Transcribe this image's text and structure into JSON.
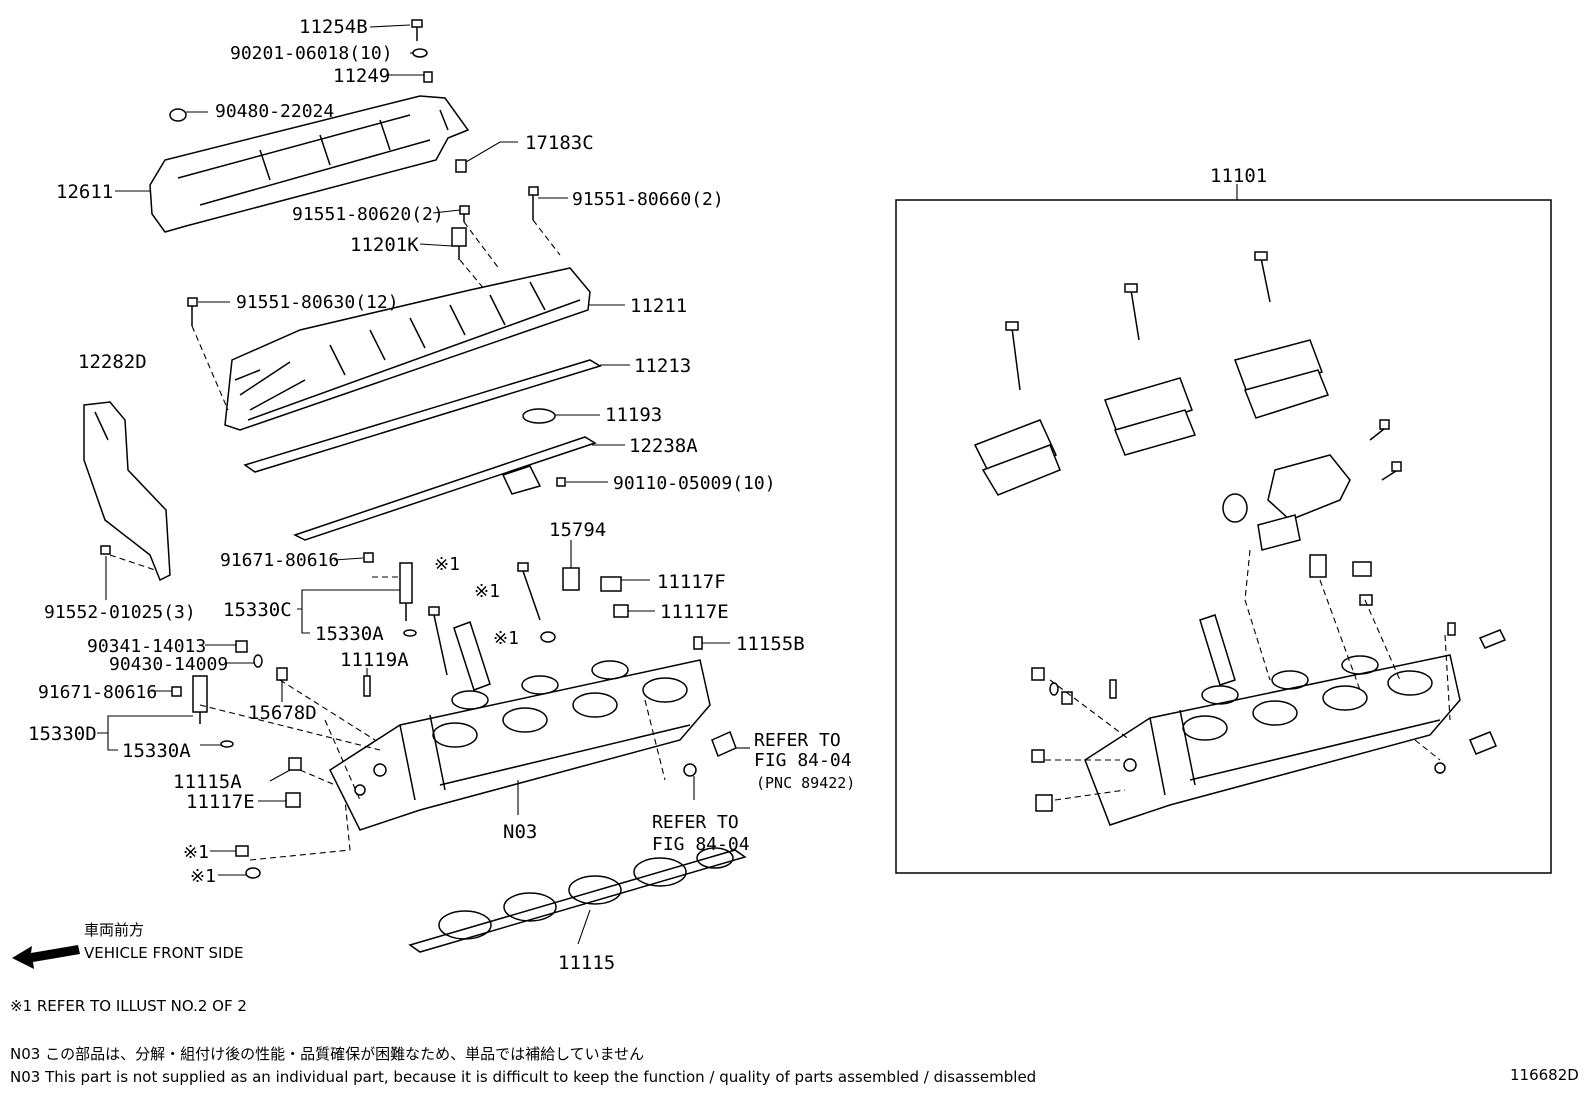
{
  "diagram": {
    "labels": {
      "p11254B": "11254B",
      "p90201": "90201-06018(10)",
      "p11249": "11249",
      "p90480": "90480-22024",
      "p17183C": "17183C",
      "p12611": "12611",
      "p91551_660": "91551-80660(2)",
      "p91551_620": "91551-80620(2)",
      "p11201K": "11201K",
      "p91551_630": "91551-80630(12)",
      "p11211": "11211",
      "p12282D": "12282D",
      "p11213": "11213",
      "p11193": "11193",
      "p12238A": "12238A",
      "p90110": "90110-05009(10)",
      "p15794": "15794",
      "p91671_a": "91671-80616",
      "p_ref1_a": "※1",
      "p_ref1_b": "※1",
      "p11117F": "11117F",
      "p91552": "91552-01025(3)",
      "p15330C": "15330C",
      "p11117E_a": "11117E",
      "p15330A_a": "15330A",
      "p_ref1_c": "※1",
      "p11155B": "11155B",
      "p90341": "90341-14013",
      "p11119A": "11119A",
      "p90430": "90430-14009",
      "p91671_b": "91671-80616",
      "p15678D": "15678D",
      "p15330D": "15330D",
      "p15330A_b": "15330A",
      "p11115A": "11115A",
      "p11117E_b": "11117E",
      "pN03": "N03",
      "p_ref1_d": "※1",
      "p_ref1_e": "※1",
      "p11115": "11115",
      "p11101": "11101"
    },
    "refer_a": {
      "line1": "REFER TO",
      "line2": "FIG 84-04",
      "line3": "(PNC 89422)"
    },
    "refer_b": {
      "line1": "REFER TO",
      "line2": "FIG 84-04"
    },
    "front": {
      "jp": "車両前方",
      "en": "VEHICLE FRONT SIDE"
    },
    "notes": {
      "ref_note": "※1  REFER TO ILLUST NO.2 OF 2",
      "n03_jp": "N03  この部品は、分解・組付け後の性能・品質確保が困難なため、単品では補給していません",
      "n03_en": "N03  This part is not supplied as an individual part, because it is difficult to keep the function / quality of parts  assembled / disassembled"
    },
    "illustration_id": "116682D"
  }
}
